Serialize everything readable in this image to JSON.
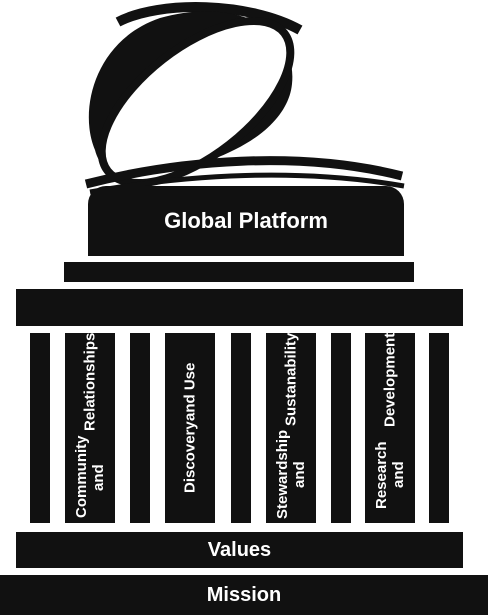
{
  "platform": {
    "label": "Global Platform"
  },
  "pillars": [
    {
      "line1": "Community and",
      "line2": "Relationships"
    },
    {
      "line1": "Discovery",
      "line2": "and Use"
    },
    {
      "line1": "Stewardship and",
      "line2": "Sustanability"
    },
    {
      "line1": "Research and",
      "line2": "Development"
    }
  ],
  "foundation": {
    "values": "Values",
    "mission": "Mission"
  },
  "colors": {
    "fill": "#111111",
    "text": "#ffffff",
    "background": "#ffffff"
  }
}
